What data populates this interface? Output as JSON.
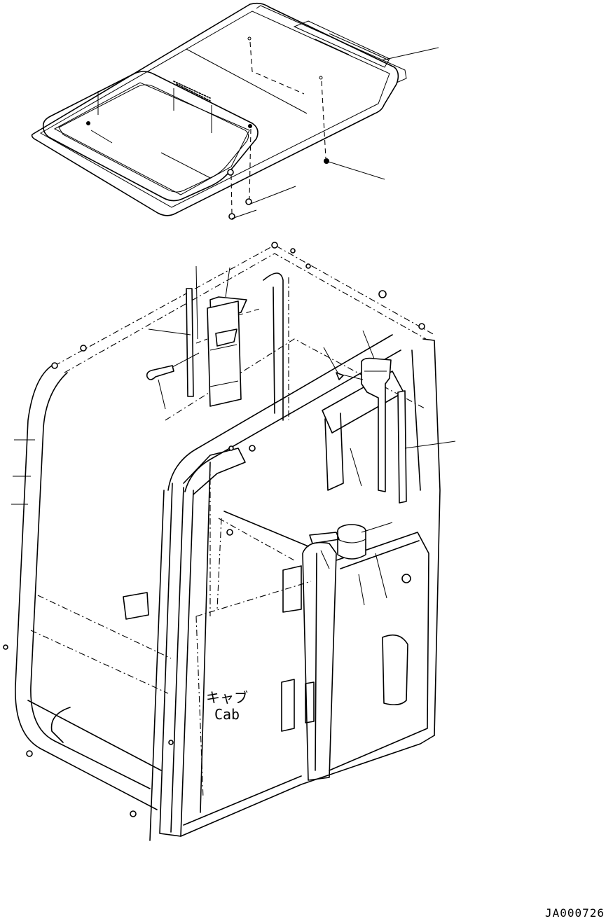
{
  "labels": {
    "cab_jp": "キャブ",
    "cab_en": "Cab"
  },
  "document_code": "JA000726"
}
